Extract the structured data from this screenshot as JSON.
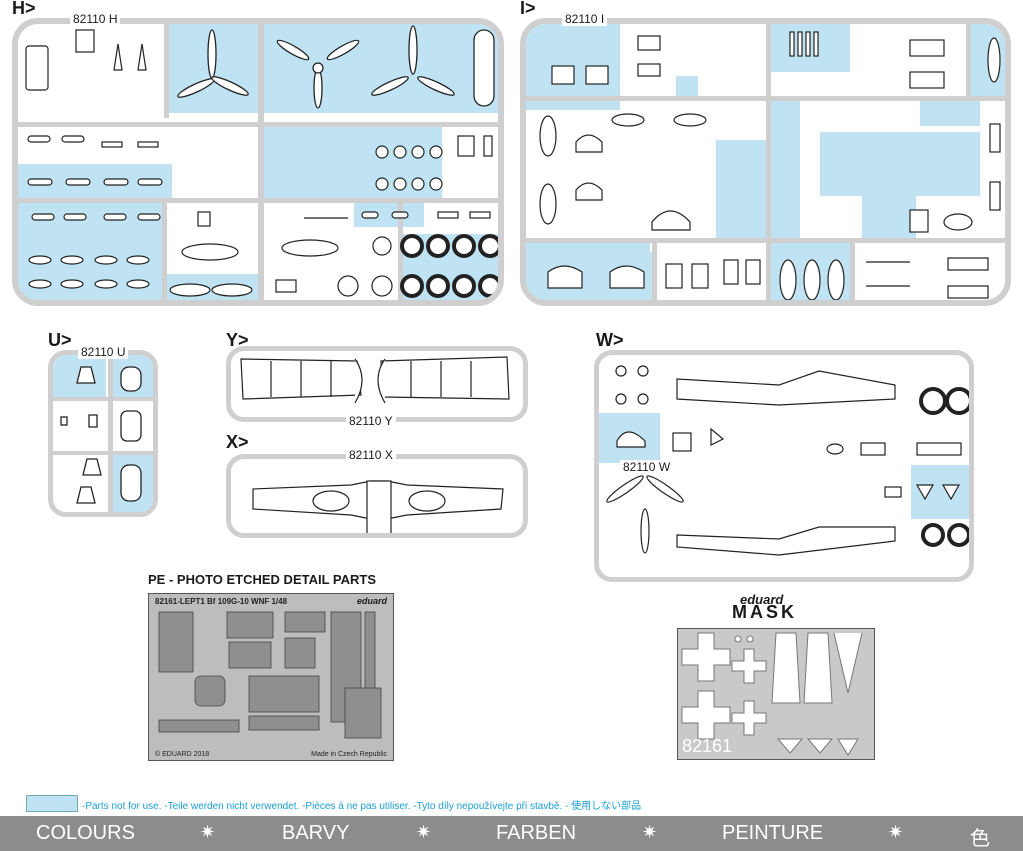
{
  "colors": {
    "unused_parts": "#bfe3f3",
    "legend_text": "#1a9fd4",
    "bar": "#8c8c8c"
  },
  "sprues": {
    "H": {
      "label": "H>",
      "number": "82110 H"
    },
    "I": {
      "label": "I>",
      "number": "82110 I"
    },
    "U": {
      "label": "U>",
      "number": "82110 U"
    },
    "Y": {
      "label": "Y>",
      "number": "82110 Y"
    },
    "X": {
      "label": "X>",
      "number": "82110 X"
    },
    "W": {
      "label": "W>",
      "number": "82110 W"
    }
  },
  "pe": {
    "section_title": "PE - PHOTO ETCHED DETAIL PARTS",
    "fret_header": "82161-LEPT1  Bf 109G-10 WNF   1/48",
    "brand": "eduard",
    "copyright": "© EDUARD 2018",
    "made_in": "Made in Czech Republic"
  },
  "mask": {
    "brand": "eduard",
    "title": "MASK",
    "number": "82161"
  },
  "legend": {
    "text": "-Parts not for use. -Teile werden nicht verwendet. -Pièces à ne pas utiliser. -Tyto díly nepoužívejte při stavbě. -  使用しない部品"
  },
  "bottom_bar": {
    "items": [
      "COLOURS",
      "BARVY",
      "FARBEN",
      "PEINTURE",
      "色"
    ],
    "separator": "✷"
  }
}
